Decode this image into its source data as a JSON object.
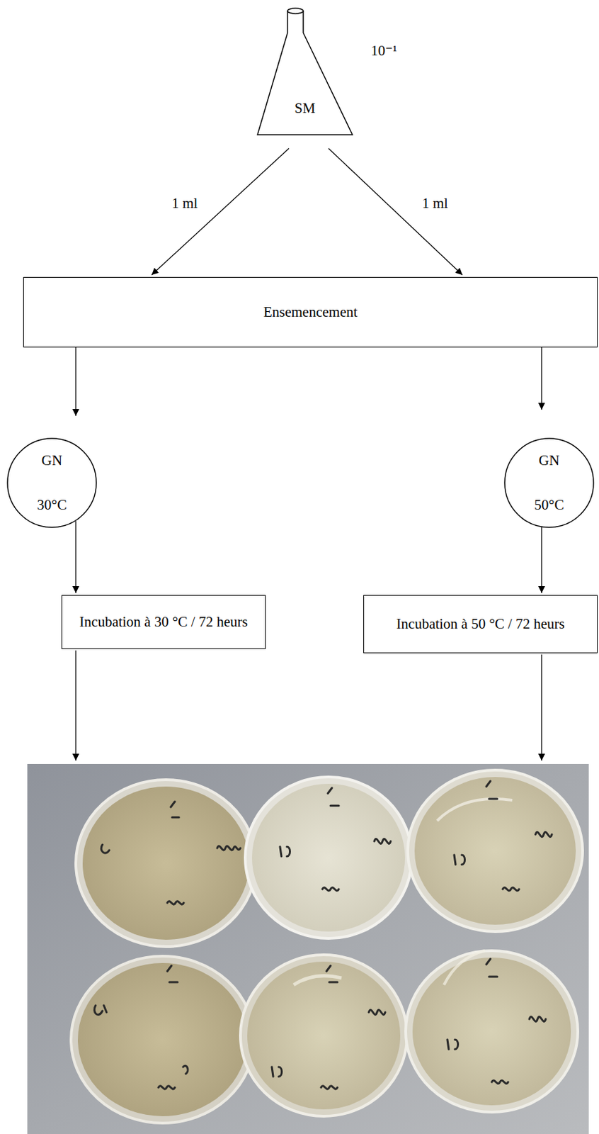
{
  "diagram": {
    "nodes": [
      {
        "text": [
          "SM",
          "10⁻¹"
        ]
      },
      {
        "text": [
          "Ensemencement"
        ]
      },
      {
        "text": [
          "GN",
          "30°C"
        ]
      },
      {
        "text": [
          "GN",
          "50°C"
        ]
      },
      {
        "text": [
          "Incubation à 30 °C / 72 heurs"
        ]
      },
      {
        "text": [
          "Incubation à 50 °C / 72 heurs"
        ]
      }
    ],
    "edges": [
      {
        "from": 0,
        "to": 1,
        "arrow": "to",
        "label": "1 ml"
      },
      {
        "from": 0,
        "to": 1,
        "arrow": "to",
        "label": "1 ml"
      },
      {
        "from": 1,
        "to": 2,
        "arrow": "to"
      },
      {
        "from": 1,
        "to": 3,
        "arrow": "to"
      },
      {
        "from": 2,
        "to": 4,
        "arrow": "to"
      },
      {
        "from": 3,
        "to": 5,
        "arrow": "to"
      }
    ]
  }
}
